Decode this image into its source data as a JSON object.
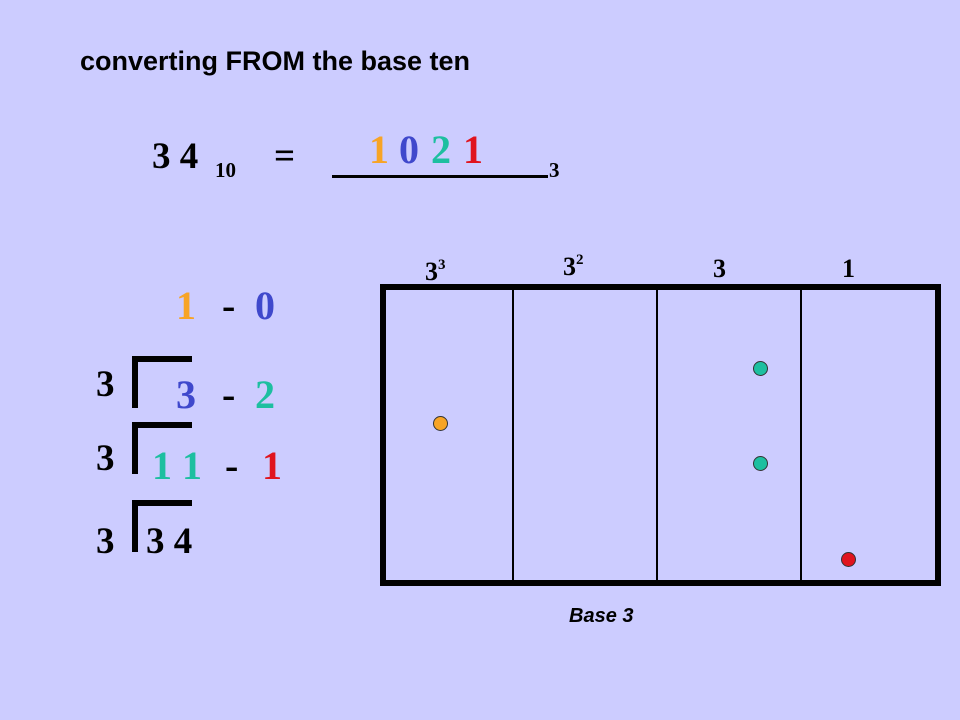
{
  "heading": "converting  FROM  the base ten",
  "equation": {
    "number": "3 4",
    "source_base": "10",
    "equals": "=",
    "target_base": "3",
    "result_digits": [
      {
        "text": "1",
        "color": "#F7A427"
      },
      {
        "text": "0",
        "color": "#3F48CC"
      },
      {
        "text": "2",
        "color": "#1DBFA0"
      },
      {
        "text": "1",
        "color": "#E0141E"
      }
    ]
  },
  "division": {
    "divisor": "3",
    "top_line": {
      "quotient": "1",
      "remainder": "0"
    },
    "step1": {
      "quotient": "3",
      "remainder": "2"
    },
    "step2": {
      "quotient": "1 1",
      "remainder": "1"
    },
    "dividend": "3 4",
    "dash": "-",
    "colors": {
      "orange": "#F7A427",
      "blue": "#3F48CC",
      "teal": "#1DBFA0",
      "red": "#E0141E"
    }
  },
  "place_value": {
    "columns": [
      {
        "base": "3",
        "exponent": "3"
      },
      {
        "base": "3",
        "exponent": "2"
      },
      {
        "base": "3",
        "exponent": ""
      },
      {
        "base": "1",
        "exponent": ""
      }
    ],
    "counters": [
      1,
      0,
      2,
      1
    ],
    "caption": "Base 3"
  }
}
